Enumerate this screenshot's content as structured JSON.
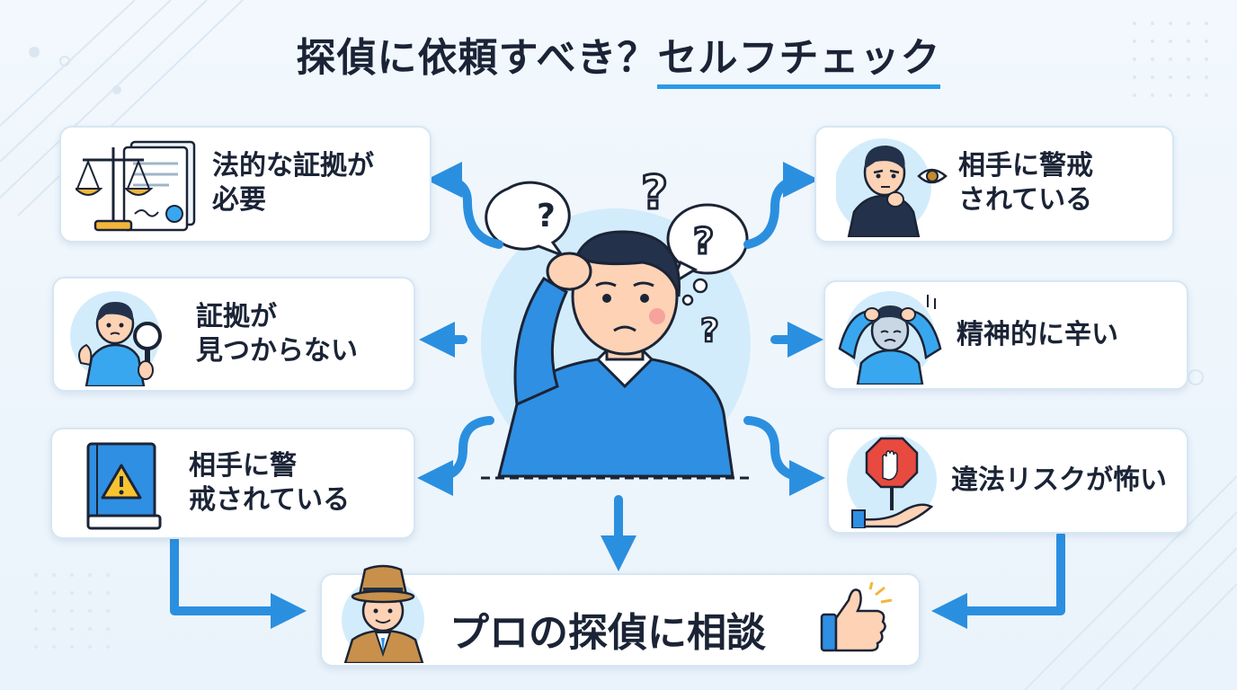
{
  "title": {
    "main": "探偵に依頼すべき？",
    "accent": "セルフチェック"
  },
  "cards": {
    "left_1": {
      "label": "法的な証拠が\n 必要",
      "icon": "scales-document-icon"
    },
    "left_2": {
      "label": "証拠が\n見つからない",
      "icon": "person-magnifier-icon"
    },
    "left_3": {
      "label": "相手に警\n戒されている",
      "icon": "warning-book-icon"
    },
    "right_1": {
      "label": "相手に警戒\nされている",
      "icon": "suspicious-person-eye-icon"
    },
    "right_2": {
      "label": "精神的に辛い",
      "icon": "distressed-person-icon"
    },
    "right_3": {
      "label": "違法リスクが怖い",
      "icon": "stop-sign-hand-icon"
    }
  },
  "cta": {
    "label": "プロの探偵に相談",
    "icons": [
      "detective-icon",
      "thumbs-up-icon"
    ]
  },
  "center": {
    "icon": "confused-man-icon",
    "bubbles": [
      "?",
      "?",
      "?",
      "?"
    ]
  },
  "colors": {
    "accent": "#2a9be6",
    "arrow": "#2b8fe0",
    "card_border": "#d6e6f3",
    "circle": "#d3ecfb",
    "shirt": "#2f8fe3"
  }
}
